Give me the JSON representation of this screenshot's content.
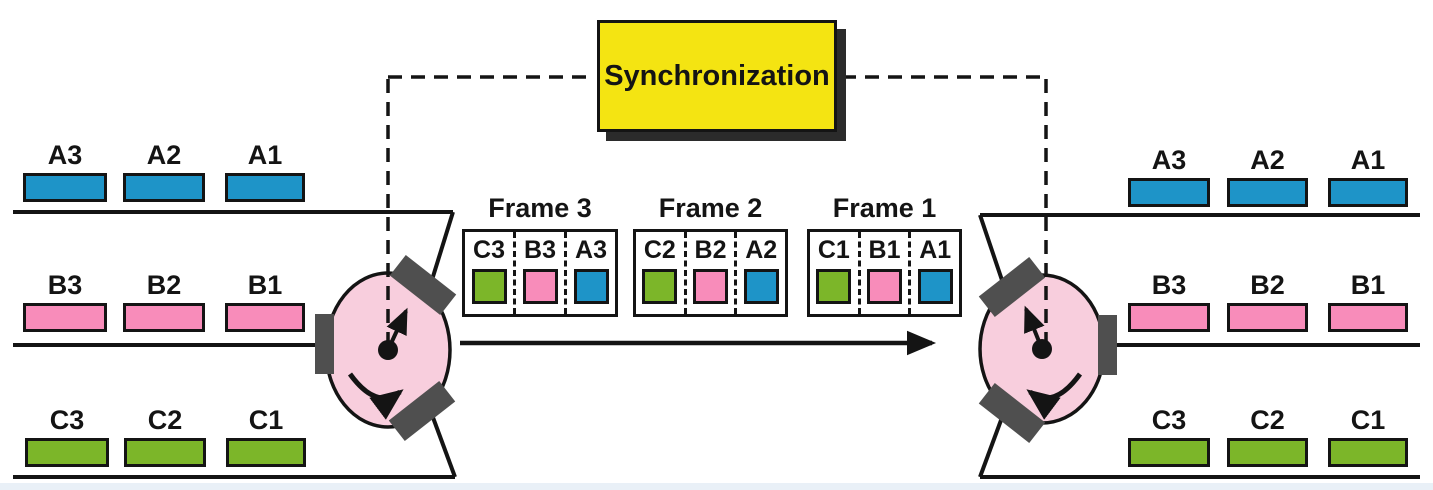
{
  "diagram": {
    "sync_label": "Synchronization",
    "frame_titles": [
      "Frame 3",
      "Frame 2",
      "Frame 1"
    ]
  },
  "colors": {
    "line": "#141414",
    "blue": "#1e94c8",
    "pink": "#f88cba",
    "green": "#7cb629",
    "switch_body": "#f8cedd",
    "switch_contact": "#4f4f4f",
    "sync_yellow": "#f4e412",
    "sync_shadow": "#2b2b2b"
  },
  "left": {
    "rows": [
      {
        "color": "#1e94c8",
        "packets": [
          "A3",
          "A2",
          "A1"
        ]
      },
      {
        "color": "#f88cba",
        "packets": [
          "B3",
          "B2",
          "B1"
        ]
      },
      {
        "color": "#7cb629",
        "packets": [
          "C3",
          "C2",
          "C1"
        ]
      }
    ]
  },
  "right": {
    "rows": [
      {
        "color": "#1e94c8",
        "packets": [
          "A3",
          "A2",
          "A1"
        ]
      },
      {
        "color": "#f88cba",
        "packets": [
          "B3",
          "B2",
          "B1"
        ]
      },
      {
        "color": "#7cb629",
        "packets": [
          "C3",
          "C2",
          "C1"
        ]
      }
    ]
  },
  "frames": [
    {
      "title": "Frame 3",
      "slots": [
        {
          "label": "C3",
          "color": "#7cb629"
        },
        {
          "label": "B3",
          "color": "#f88cba"
        },
        {
          "label": "A3",
          "color": "#1e94c8"
        }
      ]
    },
    {
      "title": "Frame 2",
      "slots": [
        {
          "label": "C2",
          "color": "#7cb629"
        },
        {
          "label": "B2",
          "color": "#f88cba"
        },
        {
          "label": "A2",
          "color": "#1e94c8"
        }
      ]
    },
    {
      "title": "Frame 1",
      "slots": [
        {
          "label": "C1",
          "color": "#7cb629"
        },
        {
          "label": "B1",
          "color": "#f88cba"
        },
        {
          "label": "A1",
          "color": "#1e94c8"
        }
      ]
    }
  ]
}
